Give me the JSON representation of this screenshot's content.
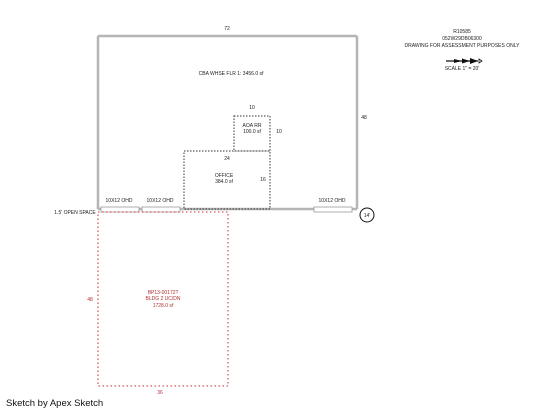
{
  "header": {
    "parcel_id": "R10585",
    "parcel_number": "052W29DB06300",
    "note": "DRAWING FOR ASSESSMENT PURPOSES ONLY",
    "scale": "SCALE 1\" = 20'"
  },
  "main_building": {
    "label": "CBA WHSE FLR 1: 3456.0 sf",
    "top_dim": "72",
    "right_dim": "48",
    "circle_label": "14'"
  },
  "aoa_rr": {
    "label": "AOA RR",
    "area": "100.0 sf",
    "top_dim": "10",
    "right_dim": "10"
  },
  "office": {
    "label": "OFFICE",
    "area": "384.0 sf",
    "top_dim": "24",
    "right_dim": "16"
  },
  "doors": [
    "10X12 OHD",
    "10X12 OHD",
    "10X12 OHD"
  ],
  "open_space_label": "1.5' OPEN SPACE",
  "permit_area": {
    "line1": "BP13-00172?",
    "line2": "BLDG 2 UC/DN",
    "line3": "1728.0 sf",
    "left_dim": "48",
    "bottom_dim": "36"
  },
  "footer": "Sketch by Apex Sketch",
  "colors": {
    "outline": "#b5b5b5",
    "interior_dotted": "#333333",
    "permit_dotted": "#cc3333",
    "text": "#222222"
  }
}
